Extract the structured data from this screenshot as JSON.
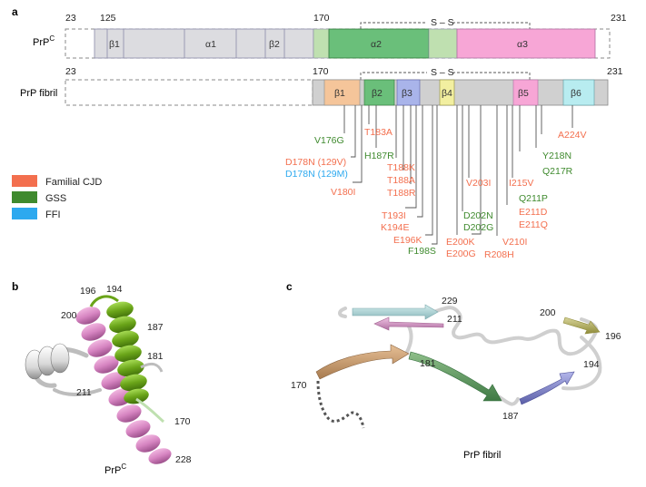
{
  "panel_a": {
    "label": "a",
    "prpc_row": {
      "name": "PrP",
      "superscript": "C",
      "residue_start": "23",
      "residue_mark": "125",
      "residue_mark2": "170",
      "residue_end": "231",
      "ss_bond": "S – S",
      "segments": [
        {
          "label": "β1",
          "color": "#dcdce0"
        },
        {
          "label": "α1",
          "color": "#dcdce0"
        },
        {
          "label": "β2",
          "color": "#dcdce0"
        },
        {
          "label": "",
          "color": "#bfe0b0"
        },
        {
          "label": "α2",
          "color": "#6abf7a"
        },
        {
          "label": "",
          "color": "#bfe0b0"
        },
        {
          "label": "α3",
          "color": "#f7a6d6"
        }
      ]
    },
    "fibril_row": {
      "name": "PrP fibril",
      "residue_start": "23",
      "residue_mark": "170",
      "residue_end": "231",
      "ss_bond": "S – S",
      "segments": [
        {
          "label": "β1",
          "color": "#f5c59a"
        },
        {
          "label": "β2",
          "color": "#6abf7a"
        },
        {
          "label": "β3",
          "color": "#a9b4ea"
        },
        {
          "label": "β4",
          "color": "#f2efa0"
        },
        {
          "label": "β5",
          "color": "#f7a6d6"
        },
        {
          "label": "β6",
          "color": "#b8ecf0"
        }
      ]
    },
    "mutations": [
      {
        "text": "V176G",
        "type": "gss"
      },
      {
        "text": "T183A",
        "type": "cjd"
      },
      {
        "text": "D178N (129V)",
        "type": "cjd"
      },
      {
        "text": "D178N (129M)",
        "type": "ffi"
      },
      {
        "text": "H187R",
        "type": "gss"
      },
      {
        "text": "T188K",
        "type": "cjd"
      },
      {
        "text": "T188A",
        "type": "cjd"
      },
      {
        "text": "T188R",
        "type": "cjd"
      },
      {
        "text": "V180I",
        "type": "cjd"
      },
      {
        "text": "T193I",
        "type": "cjd"
      },
      {
        "text": "K194E",
        "type": "cjd"
      },
      {
        "text": "E196K",
        "type": "cjd"
      },
      {
        "text": "F198S",
        "type": "gss"
      },
      {
        "text": "D202N",
        "type": "gss"
      },
      {
        "text": "D202G",
        "type": "gss"
      },
      {
        "text": "E200K",
        "type": "cjd"
      },
      {
        "text": "E200G",
        "type": "cjd"
      },
      {
        "text": "R208H",
        "type": "cjd"
      },
      {
        "text": "V203I",
        "type": "cjd"
      },
      {
        "text": "V210I",
        "type": "cjd"
      },
      {
        "text": "Q211P",
        "type": "gss"
      },
      {
        "text": "E211D",
        "type": "cjd"
      },
      {
        "text": "E211Q",
        "type": "cjd"
      },
      {
        "text": "I215V",
        "type": "cjd"
      },
      {
        "text": "Q217R",
        "type": "gss"
      },
      {
        "text": "Y218N",
        "type": "gss"
      },
      {
        "text": "A224V",
        "type": "cjd"
      }
    ],
    "legend": [
      {
        "label": "Familial CJD",
        "color": "#f36f4e"
      },
      {
        "label": "GSS",
        "color": "#3f8a2e"
      },
      {
        "label": "FFI",
        "color": "#2da9ef"
      }
    ],
    "colors": {
      "cjd": "#f36f4e",
      "gss": "#3f8a2e",
      "ffi": "#2da9ef"
    }
  },
  "panel_b": {
    "label": "b",
    "caption": "PrP",
    "caption_sup": "C",
    "residues": [
      "196",
      "194",
      "200",
      "187",
      "181",
      "211",
      "170",
      "228"
    ]
  },
  "panel_c": {
    "label": "c",
    "caption": "PrP fibril",
    "residues": [
      "229",
      "211",
      "200",
      "196",
      "181",
      "170",
      "194",
      "187"
    ]
  }
}
